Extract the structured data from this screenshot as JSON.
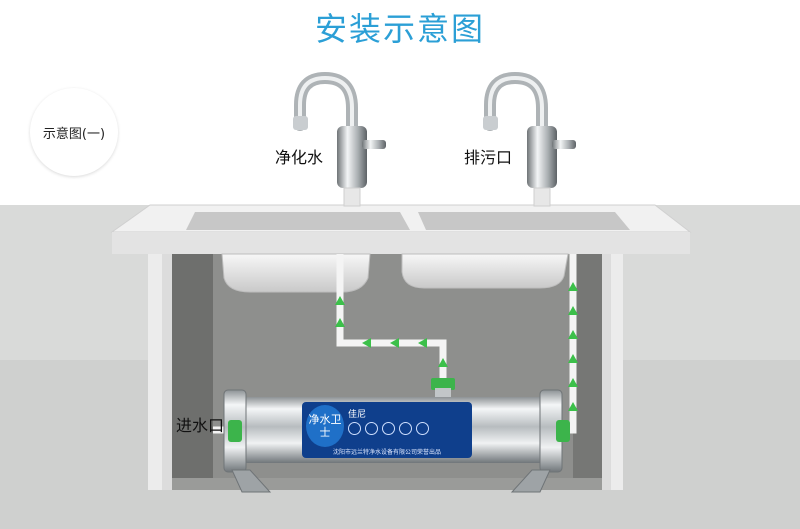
{
  "header": {
    "title": "安装示意图"
  },
  "diagram": {
    "badge": "示意图(一)",
    "labels": {
      "purified_water": "净化水",
      "drain_outlet": "排污口",
      "water_inlet": "进水口"
    },
    "product_panel": {
      "logo_text": "净水卫士",
      "brand": "佳尼",
      "footer": "沈阳市远兰特净水设备有限公司荣誉出品"
    }
  },
  "colors": {
    "title": "#2b9fd6",
    "pipe_arrow": "#3cc04a",
    "background": "#d8d9d8",
    "cabinet_inside": "#7d7e7c",
    "panel": "#0f3f8c"
  }
}
